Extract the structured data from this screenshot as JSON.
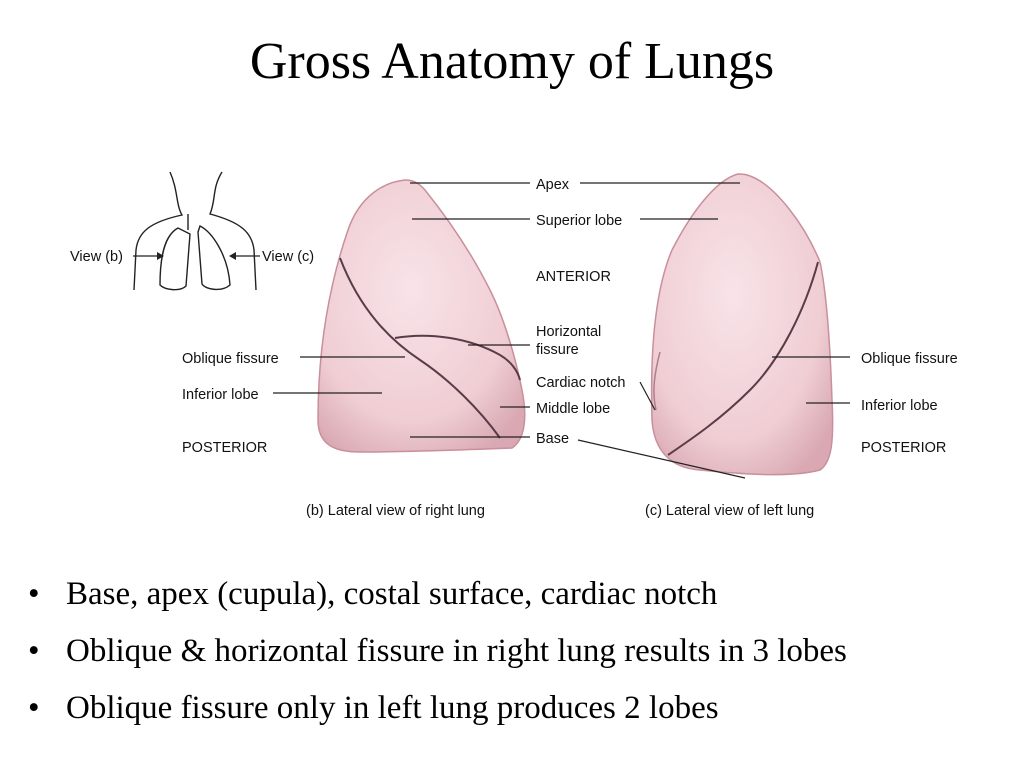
{
  "slide": {
    "title": "Gross Anatomy of Lungs"
  },
  "figure": {
    "labels": {
      "apex": "Apex",
      "superior_lobe": "Superior lobe",
      "anterior": "ANTERIOR",
      "horizontal_fissure_line1": "Horizontal",
      "horizontal_fissure_line2": "fissure",
      "cardiac_notch": "Cardiac notch",
      "middle_lobe": "Middle lobe",
      "base": "Base",
      "oblique_fissure_right": "Oblique fissure",
      "inferior_lobe_right": "Inferior lobe",
      "posterior_right": "POSTERIOR",
      "oblique_fissure_left": "Oblique fissure",
      "inferior_lobe_left": "Inferior lobe",
      "posterior_left": "POSTERIOR",
      "view_b": "View (b)",
      "view_c": "View (c)"
    },
    "captions": {
      "right_lung": "(b) Lateral view of right lung",
      "left_lung": "(c) Lateral view of left lung"
    },
    "colors": {
      "lung_fill": "#f2d3d8",
      "lung_shade": "#d9a8b2",
      "fissure": "#5a3c48",
      "leader_line": "#222222"
    }
  },
  "bullets": [
    "Base, apex (cupula), costal surface, cardiac notch",
    "Oblique & horizontal fissure in right lung results in 3 lobes",
    "Oblique fissure only in left lung produces 2 lobes"
  ]
}
